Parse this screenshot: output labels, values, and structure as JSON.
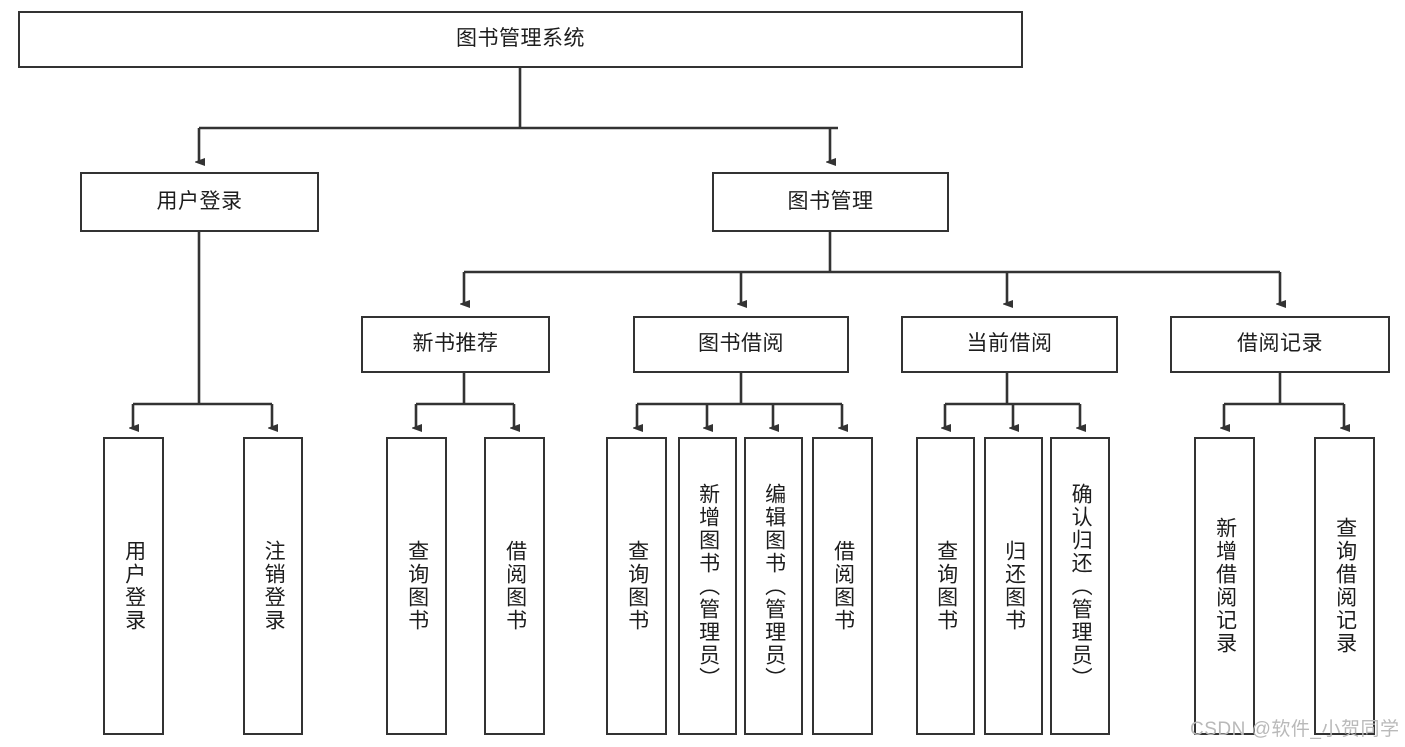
{
  "diagram": {
    "title": "图书管理系统",
    "type": "hierarchy-tree",
    "colors": {
      "box_border": "#333333",
      "box_fill": "#ffffff",
      "connector": "#333333",
      "text": "#1d1d1d",
      "watermark": "#b9b9b9",
      "background": "#ffffff"
    },
    "root": {
      "label": "图书管理系统"
    },
    "level1": [
      {
        "label": "用户登录"
      },
      {
        "label": "图书管理"
      }
    ],
    "level2": [
      {
        "label": "新书推荐",
        "parent": "图书管理"
      },
      {
        "label": "图书借阅",
        "parent": "图书管理"
      },
      {
        "label": "当前借阅",
        "parent": "图书管理"
      },
      {
        "label": "借阅记录",
        "parent": "图书管理"
      }
    ],
    "leaves": [
      {
        "label": "用户登录",
        "parent": "用户登录"
      },
      {
        "label": "注销登录",
        "parent": "用户登录"
      },
      {
        "label": "查询图书",
        "parent": "新书推荐"
      },
      {
        "label": "借阅图书",
        "parent": "新书推荐"
      },
      {
        "label": "查询图书",
        "parent": "图书借阅"
      },
      {
        "label": "新增图书（管理员）",
        "parent": "图书借阅"
      },
      {
        "label": "编辑图书（管理员）",
        "parent": "图书借阅"
      },
      {
        "label": "借阅图书",
        "parent": "图书借阅"
      },
      {
        "label": "查询图书",
        "parent": "当前借阅"
      },
      {
        "label": "归还图书",
        "parent": "当前借阅"
      },
      {
        "label": "确认归还（管理员）",
        "parent": "当前借阅"
      },
      {
        "label": "新增借阅记录",
        "parent": "借阅记录"
      },
      {
        "label": "查询借阅记录",
        "parent": "借阅记录"
      }
    ],
    "watermark": "CSDN @软件_小贺同学"
  }
}
